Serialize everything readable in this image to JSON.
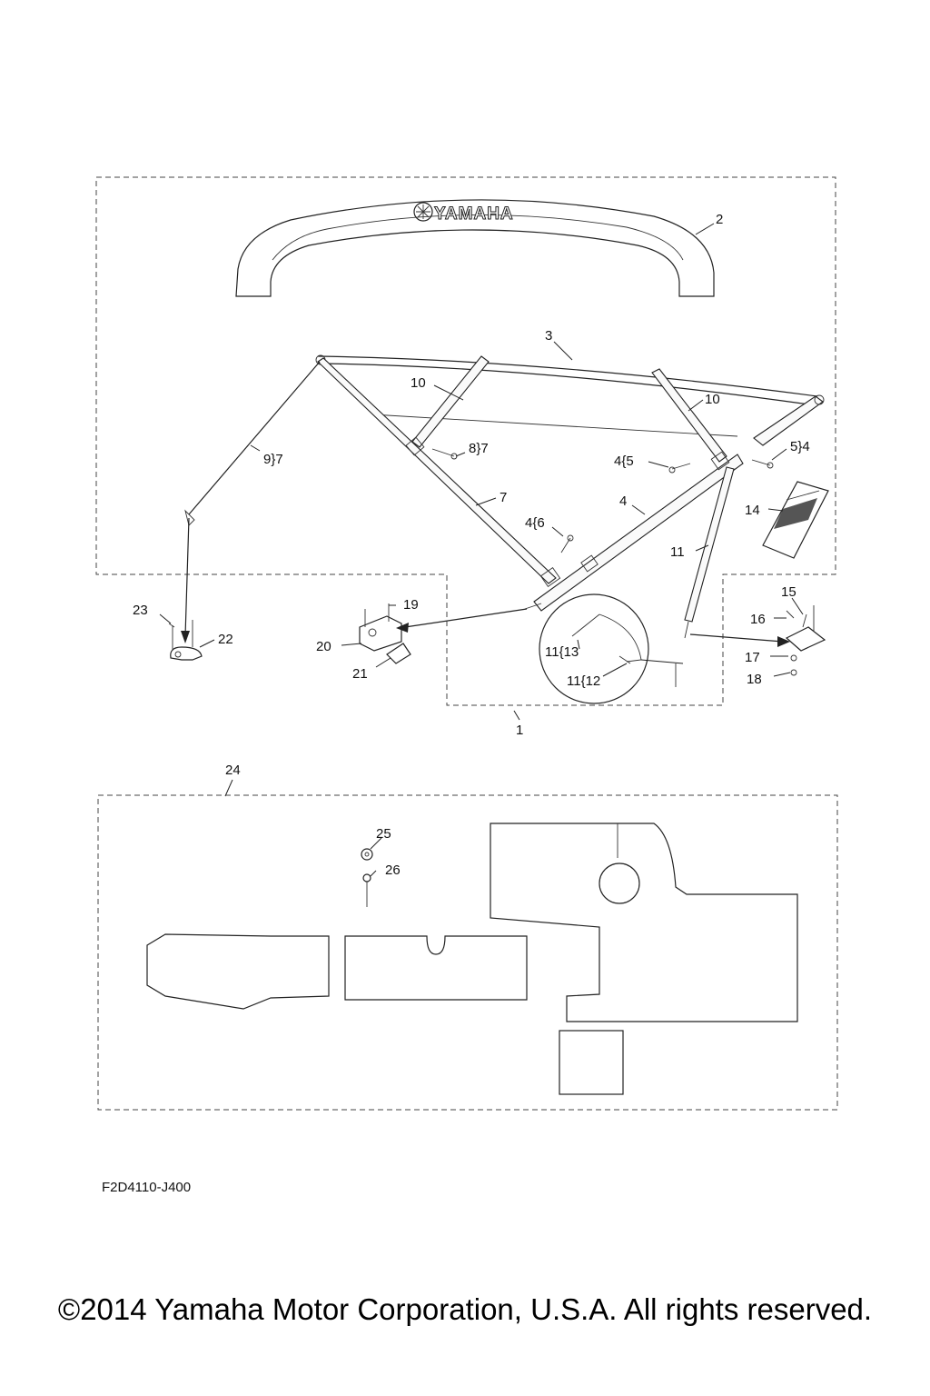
{
  "brand_mark": "YAMAHA",
  "callouts": {
    "c1": "1",
    "c2": "2",
    "c3": "3",
    "c4": "4",
    "c7": "7",
    "c10a": "10",
    "c10b": "10",
    "c11": "11",
    "c4_6": "4{6",
    "c8_7": "8}7",
    "c9_7": "9}7",
    "c4_5": "4{5",
    "c5_4": "5}4",
    "c14": "14",
    "c15": "15",
    "c16": "16",
    "c17": "17",
    "c18": "18",
    "c19": "19",
    "c20": "20",
    "c21": "21",
    "c22": "22",
    "c23": "23",
    "c11_13": "11{13",
    "c11_12": "11{12",
    "c24": "24",
    "c25": "25",
    "c26": "26"
  },
  "drawing_code": "F2D4110-J400",
  "copyright": "©2014 Yamaha Motor Corporation, U.S.A. All rights reserved."
}
